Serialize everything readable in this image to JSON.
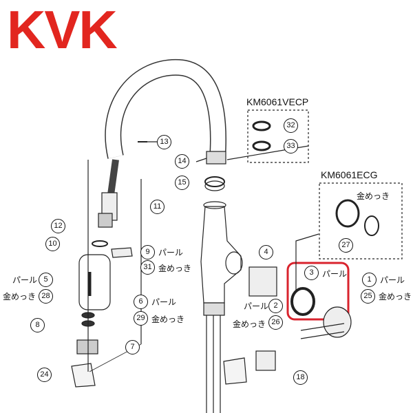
{
  "brand": {
    "logo_text": "KVK",
    "color": "#e2261f"
  },
  "highlight_color": "#d9232d",
  "kits": {
    "vecp": {
      "title": "KM6061VECP",
      "parts": [
        "32",
        "33"
      ]
    },
    "ecg": {
      "title": "KM6061ECG",
      "finish_label": "金めっき",
      "parts": [
        "27"
      ]
    }
  },
  "callouts": {
    "n1": "1",
    "n2": "2",
    "n3": "3",
    "n4": "4",
    "n5": "5",
    "n6": "6",
    "n7": "7",
    "n8": "8",
    "n9": "9",
    "n10": "10",
    "n11": "11",
    "n12": "12",
    "n13": "13",
    "n14": "14",
    "n15": "15",
    "n18": "18",
    "n24": "24",
    "n25": "25",
    "n26": "26",
    "n27": "27",
    "n28": "28",
    "n29": "29",
    "n31": "31",
    "n32": "32",
    "n33": "33"
  },
  "labels": {
    "pearl": "パール",
    "gold": "金めっき"
  }
}
